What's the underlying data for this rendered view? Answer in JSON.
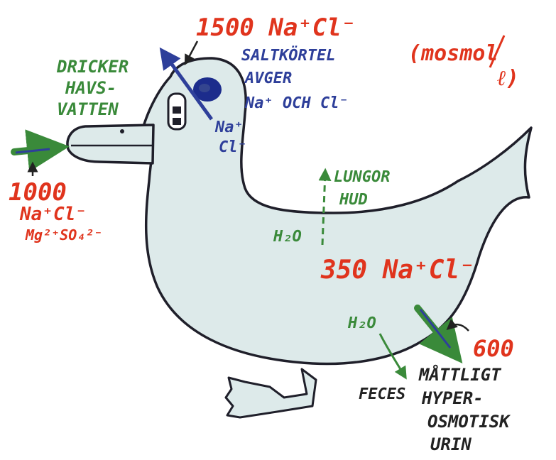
{
  "colors": {
    "body_fill": "#ddeaea",
    "outline": "#1f1f2a",
    "red_text": "#e0341d",
    "green_text": "#3a8a3a",
    "blue_text": "#2e3f9a",
    "gland": "#1c2c8c"
  },
  "icons": [
    "bird-body",
    "salt-gland",
    "eye-icon",
    "foot-icon"
  ],
  "labels": {
    "top_concentration": "1500 Na⁺Cl⁻",
    "units_line1": "(mosmol",
    "units_line2": "ℓ)",
    "drinks_line1": "DRICKER",
    "drinks_line2": "HAVS-",
    "drinks_line3": "VATTEN",
    "gland_line1": "SALTKÖRTEL",
    "gland_line2": "AVGER",
    "gland_line3": "Na⁺ OCH Cl⁻",
    "gland_ion_na": "Na⁺",
    "gland_ion_cl": "Cl⁻",
    "seawater_value": "1000",
    "seawater_nacl": "Na⁺Cl⁻",
    "seawater_other": "Mg²⁺SO₄²⁻",
    "lungs_line1": "LUNGOR",
    "lungs_line2": "HUD",
    "water_mid": "H₂O",
    "body_concentration": "350 Na⁺Cl⁻",
    "water_low": "H₂O",
    "feces": "FECES",
    "urine_value": "600",
    "urine_line1": "MÅTTLIGT",
    "urine_line2": "HYPER-",
    "urine_line3": "OSMOTISK",
    "urine_line4": "URIN"
  }
}
